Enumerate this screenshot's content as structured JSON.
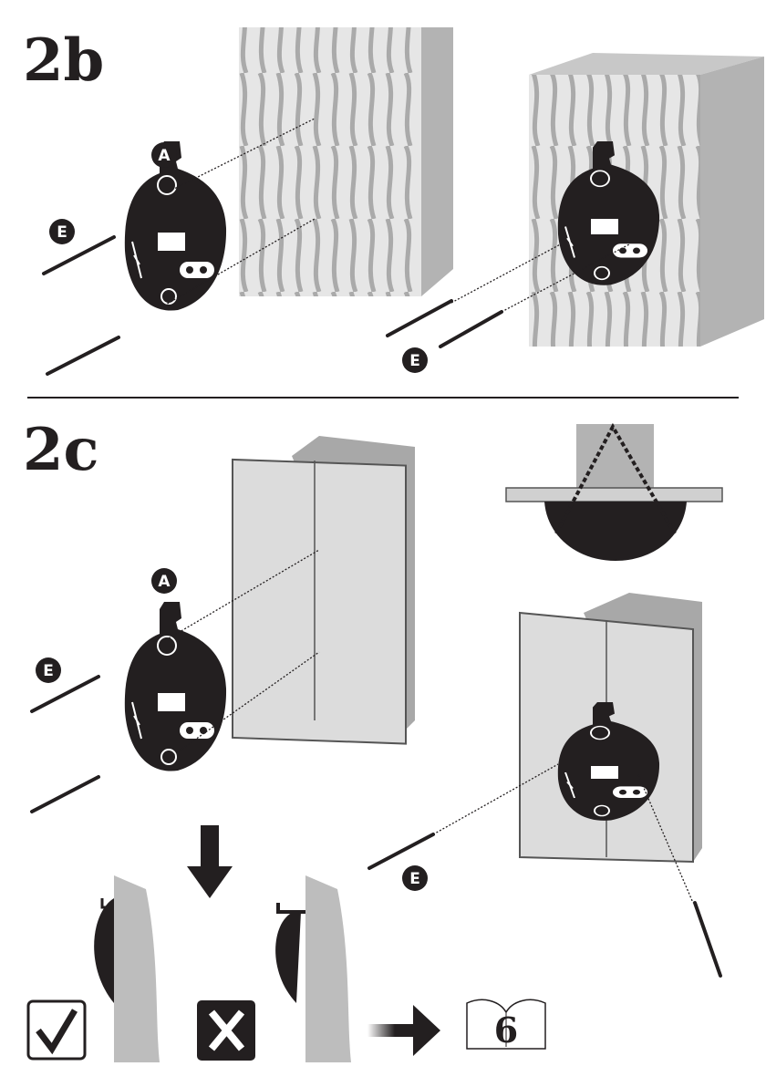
{
  "steps": {
    "step_2b": "2b",
    "step_2c": "2c"
  },
  "part_labels": {
    "bracket": "A",
    "screw": "E"
  },
  "result": {
    "correct_icon": "checkmark-icon",
    "incorrect_icon": "x-icon",
    "next_page": "6"
  },
  "colors": {
    "ink": "#231f20",
    "wood": "#d9d9d9",
    "grain": "#a6a6a6",
    "wall": "#bdbdbd"
  }
}
